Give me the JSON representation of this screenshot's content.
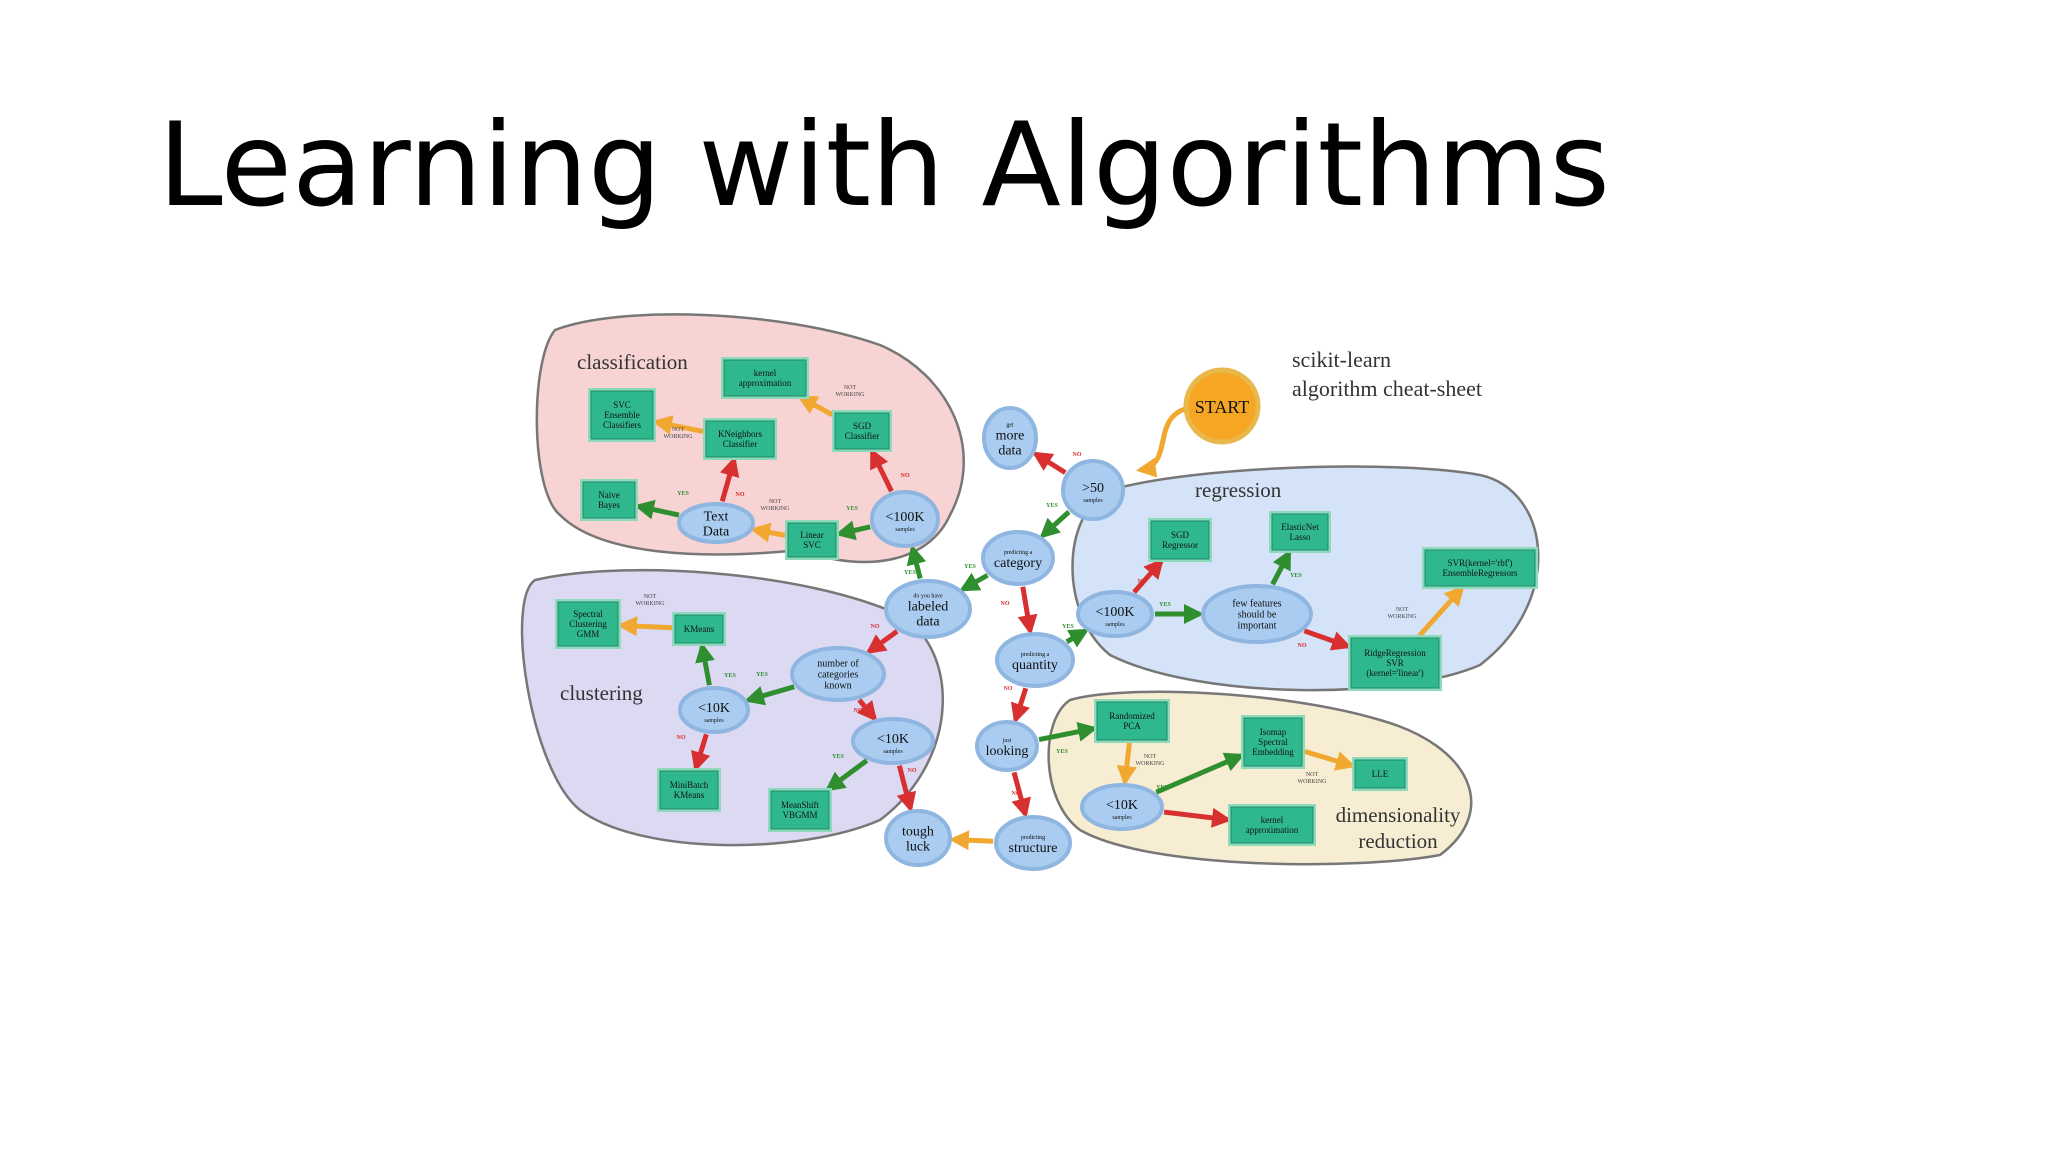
{
  "slide": {
    "title": "Learning with Algorithms"
  },
  "diagram": {
    "header": [
      "scikit-learn",
      "algorithm cheat-sheet"
    ],
    "start": "START",
    "clusters": {
      "classification": "classification",
      "clustering": "clustering",
      "regression": "regression",
      "dimensionality": [
        "dimensionality",
        "reduction"
      ]
    },
    "colors": {
      "classification_fill": "#f7d3d3",
      "clustering_fill": "#dcd9f3",
      "regression_fill": "#d4e3f8",
      "dimensionality_fill": "#f6edd3",
      "decision_fill": "#a9ccf0",
      "estimator_fill": "#2fb88e",
      "start_fill": "#f5a623",
      "yes_edge": "#2f8f2f",
      "no_edge": "#d83030",
      "not_working_edge": "#f0a830"
    },
    "decisions": {
      "get_more_data": {
        "small": "get",
        "lines": [
          "more",
          "data"
        ]
      },
      "gt50": {
        "lines": [
          ">50"
        ],
        "sub": "samples"
      },
      "category": {
        "small": "predicting a",
        "lines": [
          "category"
        ]
      },
      "labeled": {
        "small": "do you have",
        "lines": [
          "labeled",
          "data"
        ]
      },
      "quantity": {
        "small": "predicting a",
        "lines": [
          "quantity"
        ]
      },
      "looking": {
        "small": "just",
        "lines": [
          "looking"
        ]
      },
      "structure": {
        "small": "predicting",
        "lines": [
          "structure"
        ]
      },
      "tough": {
        "lines": [
          "tough",
          "luck"
        ]
      },
      "cls_100k": {
        "lines": [
          "<100K"
        ],
        "sub": "samples"
      },
      "text_data": {
        "lines": [
          "Text",
          "Data"
        ]
      },
      "num_cat": {
        "lines": [
          "number of",
          "categories",
          "known"
        ]
      },
      "clu_10k_a": {
        "lines": [
          "<10K"
        ],
        "sub": "samples"
      },
      "clu_10k_b": {
        "lines": [
          "<10K"
        ],
        "sub": "samples"
      },
      "reg_100k": {
        "lines": [
          "<100K"
        ],
        "sub": "samples"
      },
      "few_features": {
        "lines": [
          "few features",
          "should be",
          "important"
        ]
      },
      "dim_10k": {
        "lines": [
          "<10K"
        ],
        "sub": "samples"
      }
    },
    "estimators": {
      "kernel_approx_cls": [
        "kernel",
        "approximation"
      ],
      "svc_ensemble": [
        "SVC",
        "Ensemble",
        "Classifiers"
      ],
      "kneighbors": [
        "KNeighbors",
        "Classifier"
      ],
      "sgd_classifier": [
        "SGD",
        "Classifier"
      ],
      "naive_bayes": [
        "Naive",
        "Bayes"
      ],
      "linear_svc": [
        "Linear",
        "SVC"
      ],
      "spectral_gmm": [
        "Spectral",
        "Clustering",
        "GMM"
      ],
      "kmeans": [
        "KMeans"
      ],
      "minibatch": [
        "MiniBatch",
        "KMeans"
      ],
      "meanshift": [
        "MeanShift",
        "VBGMM"
      ],
      "sgd_regressor": [
        "SGD",
        "Regressor"
      ],
      "elasticnet": [
        "ElasticNet",
        "Lasso"
      ],
      "svr_rbf": [
        "SVR(kernel='rbf')",
        "EnsembleRegressors"
      ],
      "ridge": [
        "RidgeRegression",
        "SVR",
        "(kernel='linear')"
      ],
      "randomized_pca": [
        "Randomized",
        "PCA"
      ],
      "isomap": [
        "Isomap",
        "Spectral",
        "Embedding"
      ],
      "lle": [
        "LLE"
      ],
      "kernel_approx_dim": [
        "kernel",
        "approximation"
      ]
    },
    "edge_labels": {
      "yes": "YES",
      "no": "NO",
      "not_working": [
        "NOT",
        "WORKING"
      ]
    }
  }
}
